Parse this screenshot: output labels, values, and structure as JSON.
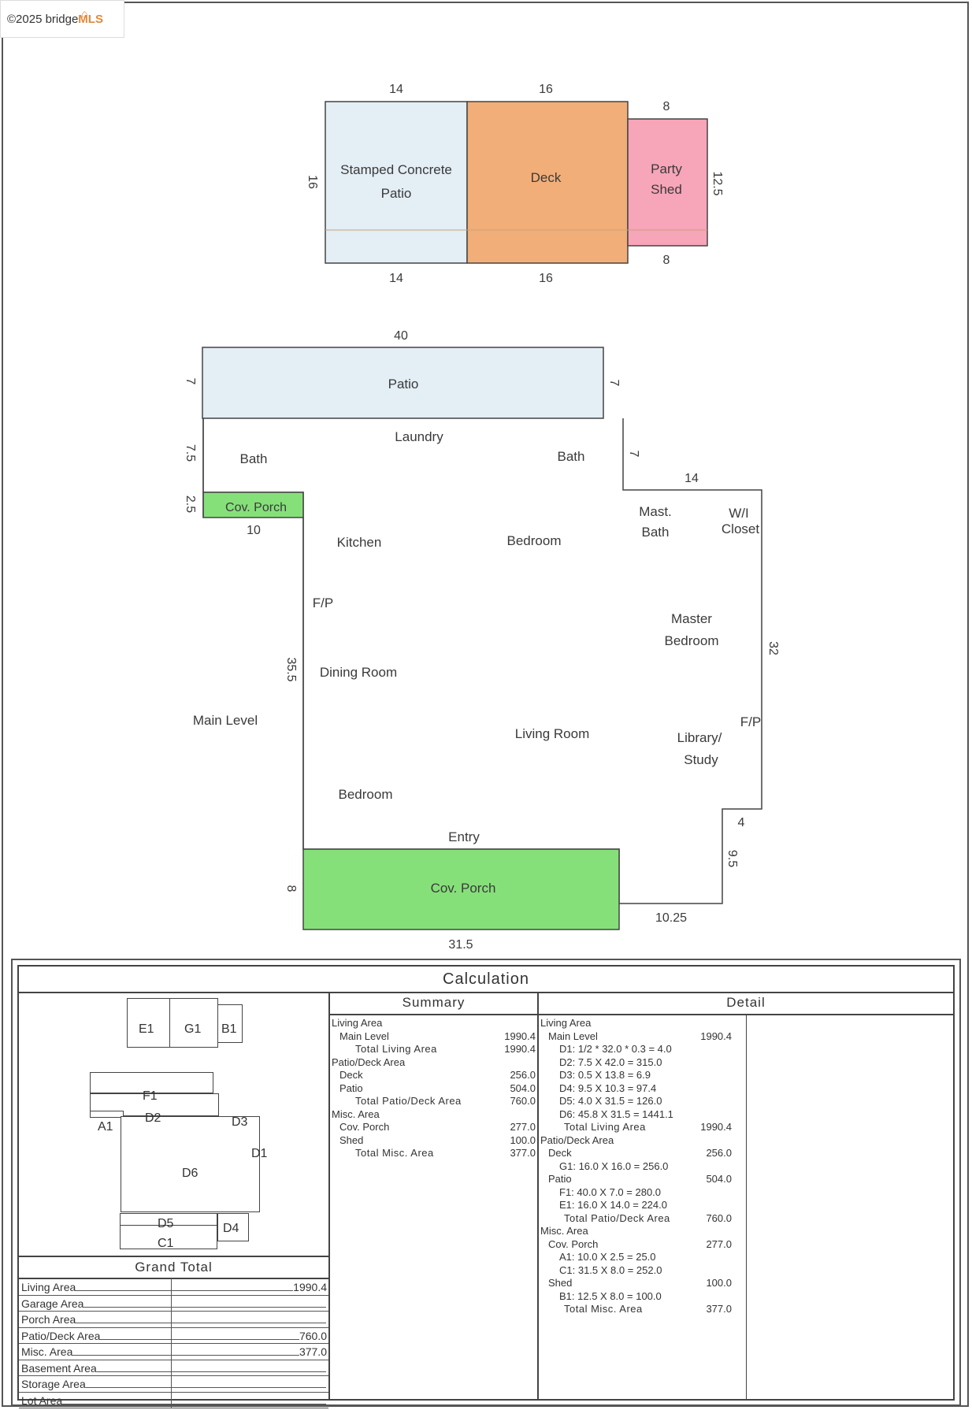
{
  "logo": {
    "text": "©2025 bridge",
    "brand": "MLS"
  },
  "colors": {
    "patio_fill": "#e3eef5",
    "deck_fill": "#f2ae78",
    "shed_fill": "#f7a5b8",
    "porch_fill": "#86e07a",
    "line": "#444444"
  },
  "outdoor": {
    "patio_label_1": "Stamped Concrete",
    "patio_label_2": "Patio",
    "deck_label": "Deck",
    "shed_label_1": "Party",
    "shed_label_2": "Shed",
    "dim_patio_top": "14",
    "dim_deck_top": "16",
    "dim_shed_top": "8",
    "dim_patio_bottom": "14",
    "dim_deck_bottom": "16",
    "dim_shed_bottom": "8",
    "dim_left": "16",
    "dim_right": "12.5"
  },
  "floor": {
    "patio_label": "Patio",
    "patio_dim_top": "40",
    "patio_dim_left": "7",
    "patio_dim_right": "7",
    "dim_left_upper": "7.5",
    "dim_porch_small_h": "2.5",
    "dim_porch_small_w": "10",
    "dim_right_notch": "7",
    "dim_top_right": "14",
    "dim_right": "32",
    "dim_left_main": "35.5",
    "dim_step_w": "4",
    "dim_step_h": "9.5",
    "dim_bottom_right": "10.25",
    "dim_porch_h": "8",
    "dim_porch_w": "31.5",
    "small_porch_label": "Cov. Porch",
    "porch_label": "Cov. Porch",
    "level_label": "Main Level",
    "rooms": {
      "laundry": "Laundry",
      "bath_left": "Bath",
      "bath_right": "Bath",
      "mast_bath_1": "Mast.",
      "mast_bath_2": "Bath",
      "closet_1": "W/I",
      "closet_2": "Closet",
      "kitchen": "Kitchen",
      "bedroom_top": "Bedroom",
      "fp_left": "F/P",
      "master_1": "Master",
      "master_2": "Bedroom",
      "dining": "Dining Room",
      "fp_right": "F/P",
      "living": "Living Room",
      "library_1": "Library/",
      "library_2": "Study",
      "bedroom_bottom": "Bedroom",
      "entry": "Entry"
    }
  },
  "calculation": {
    "title": "Calculation",
    "sketch_labels": {
      "e1": "E1",
      "g1": "G1",
      "b1": "B1",
      "f1": "F1",
      "d2": "D2",
      "a1": "A1",
      "d3": "D3",
      "d1": "D1",
      "d6": "D6",
      "d5": "D5",
      "d4": "D4",
      "c1": "C1"
    },
    "summary": {
      "title": "Summary",
      "rows": [
        {
          "label": "Living Area",
          "value": "",
          "indent": 0
        },
        {
          "label": "Main Level",
          "value": "1990.4",
          "indent": 1
        },
        {
          "label": "Total Living Area",
          "value": "1990.4",
          "indent": 2
        },
        {
          "label": "Patio/Deck Area",
          "value": "",
          "indent": 0
        },
        {
          "label": "Deck",
          "value": "256.0",
          "indent": 1
        },
        {
          "label": "Patio",
          "value": "504.0",
          "indent": 1
        },
        {
          "label": "Total Patio/Deck Area",
          "value": "760.0",
          "indent": 2
        },
        {
          "label": "Misc. Area",
          "value": "",
          "indent": 0
        },
        {
          "label": "Cov. Porch",
          "value": "277.0",
          "indent": 1
        },
        {
          "label": "Shed",
          "value": "100.0",
          "indent": 1
        },
        {
          "label": "Total Misc. Area",
          "value": "377.0",
          "indent": 2
        }
      ]
    },
    "detail": {
      "title": "Detail",
      "rows": [
        {
          "label": "Living Area",
          "value": "",
          "indent": 0
        },
        {
          "label": "Main Level",
          "value": "1990.4",
          "indent": 1
        },
        {
          "label": "D1: 1/2 * 32.0 * 0.3 = 4.0",
          "value": "",
          "indent": 2
        },
        {
          "label": "D2: 7.5 X 42.0 = 315.0",
          "value": "",
          "indent": 2
        },
        {
          "label": "D3: 0.5 X 13.8 = 6.9",
          "value": "",
          "indent": 2
        },
        {
          "label": "D4: 9.5 X 10.3 = 97.4",
          "value": "",
          "indent": 2
        },
        {
          "label": "D5: 4.0 X 31.5 = 126.0",
          "value": "",
          "indent": 2
        },
        {
          "label": "D6: 45.8 X 31.5 = 1441.1",
          "value": "",
          "indent": 2
        },
        {
          "label": "Total Living Area",
          "value": "1990.4",
          "indent": 3
        },
        {
          "label": "Patio/Deck Area",
          "value": "",
          "indent": 0
        },
        {
          "label": "Deck",
          "value": "256.0",
          "indent": 1
        },
        {
          "label": "G1: 16.0 X 16.0 = 256.0",
          "value": "",
          "indent": 2
        },
        {
          "label": "Patio",
          "value": "504.0",
          "indent": 1
        },
        {
          "label": "F1: 40.0 X 7.0 = 280.0",
          "value": "",
          "indent": 2
        },
        {
          "label": "E1: 16.0 X 14.0 = 224.0",
          "value": "",
          "indent": 2
        },
        {
          "label": "Total Patio/Deck Area",
          "value": "760.0",
          "indent": 3
        },
        {
          "label": "Misc. Area",
          "value": "",
          "indent": 0
        },
        {
          "label": "Cov. Porch",
          "value": "277.0",
          "indent": 1
        },
        {
          "label": "A1: 10.0 X 2.5 = 25.0",
          "value": "",
          "indent": 2
        },
        {
          "label": "C1: 31.5 X 8.0 = 252.0",
          "value": "",
          "indent": 2
        },
        {
          "label": "Shed",
          "value": "100.0",
          "indent": 1
        },
        {
          "label": "B1: 12.5 X 8.0 = 100.0",
          "value": "",
          "indent": 2
        },
        {
          "label": "Total Misc. Area",
          "value": "377.0",
          "indent": 3
        }
      ]
    },
    "grand_total": {
      "title": "Grand Total",
      "rows": [
        {
          "label": "Living Area",
          "value": "1990.4"
        },
        {
          "label": "Garage Area",
          "value": ""
        },
        {
          "label": "Porch Area",
          "value": ""
        },
        {
          "label": "Patio/Deck Area",
          "value": "760.0"
        },
        {
          "label": "Misc. Area",
          "value": "377.0"
        },
        {
          "label": "Basement Area",
          "value": ""
        },
        {
          "label": "Storage Area",
          "value": ""
        },
        {
          "label": "Lot Area",
          "value": ""
        }
      ]
    }
  }
}
